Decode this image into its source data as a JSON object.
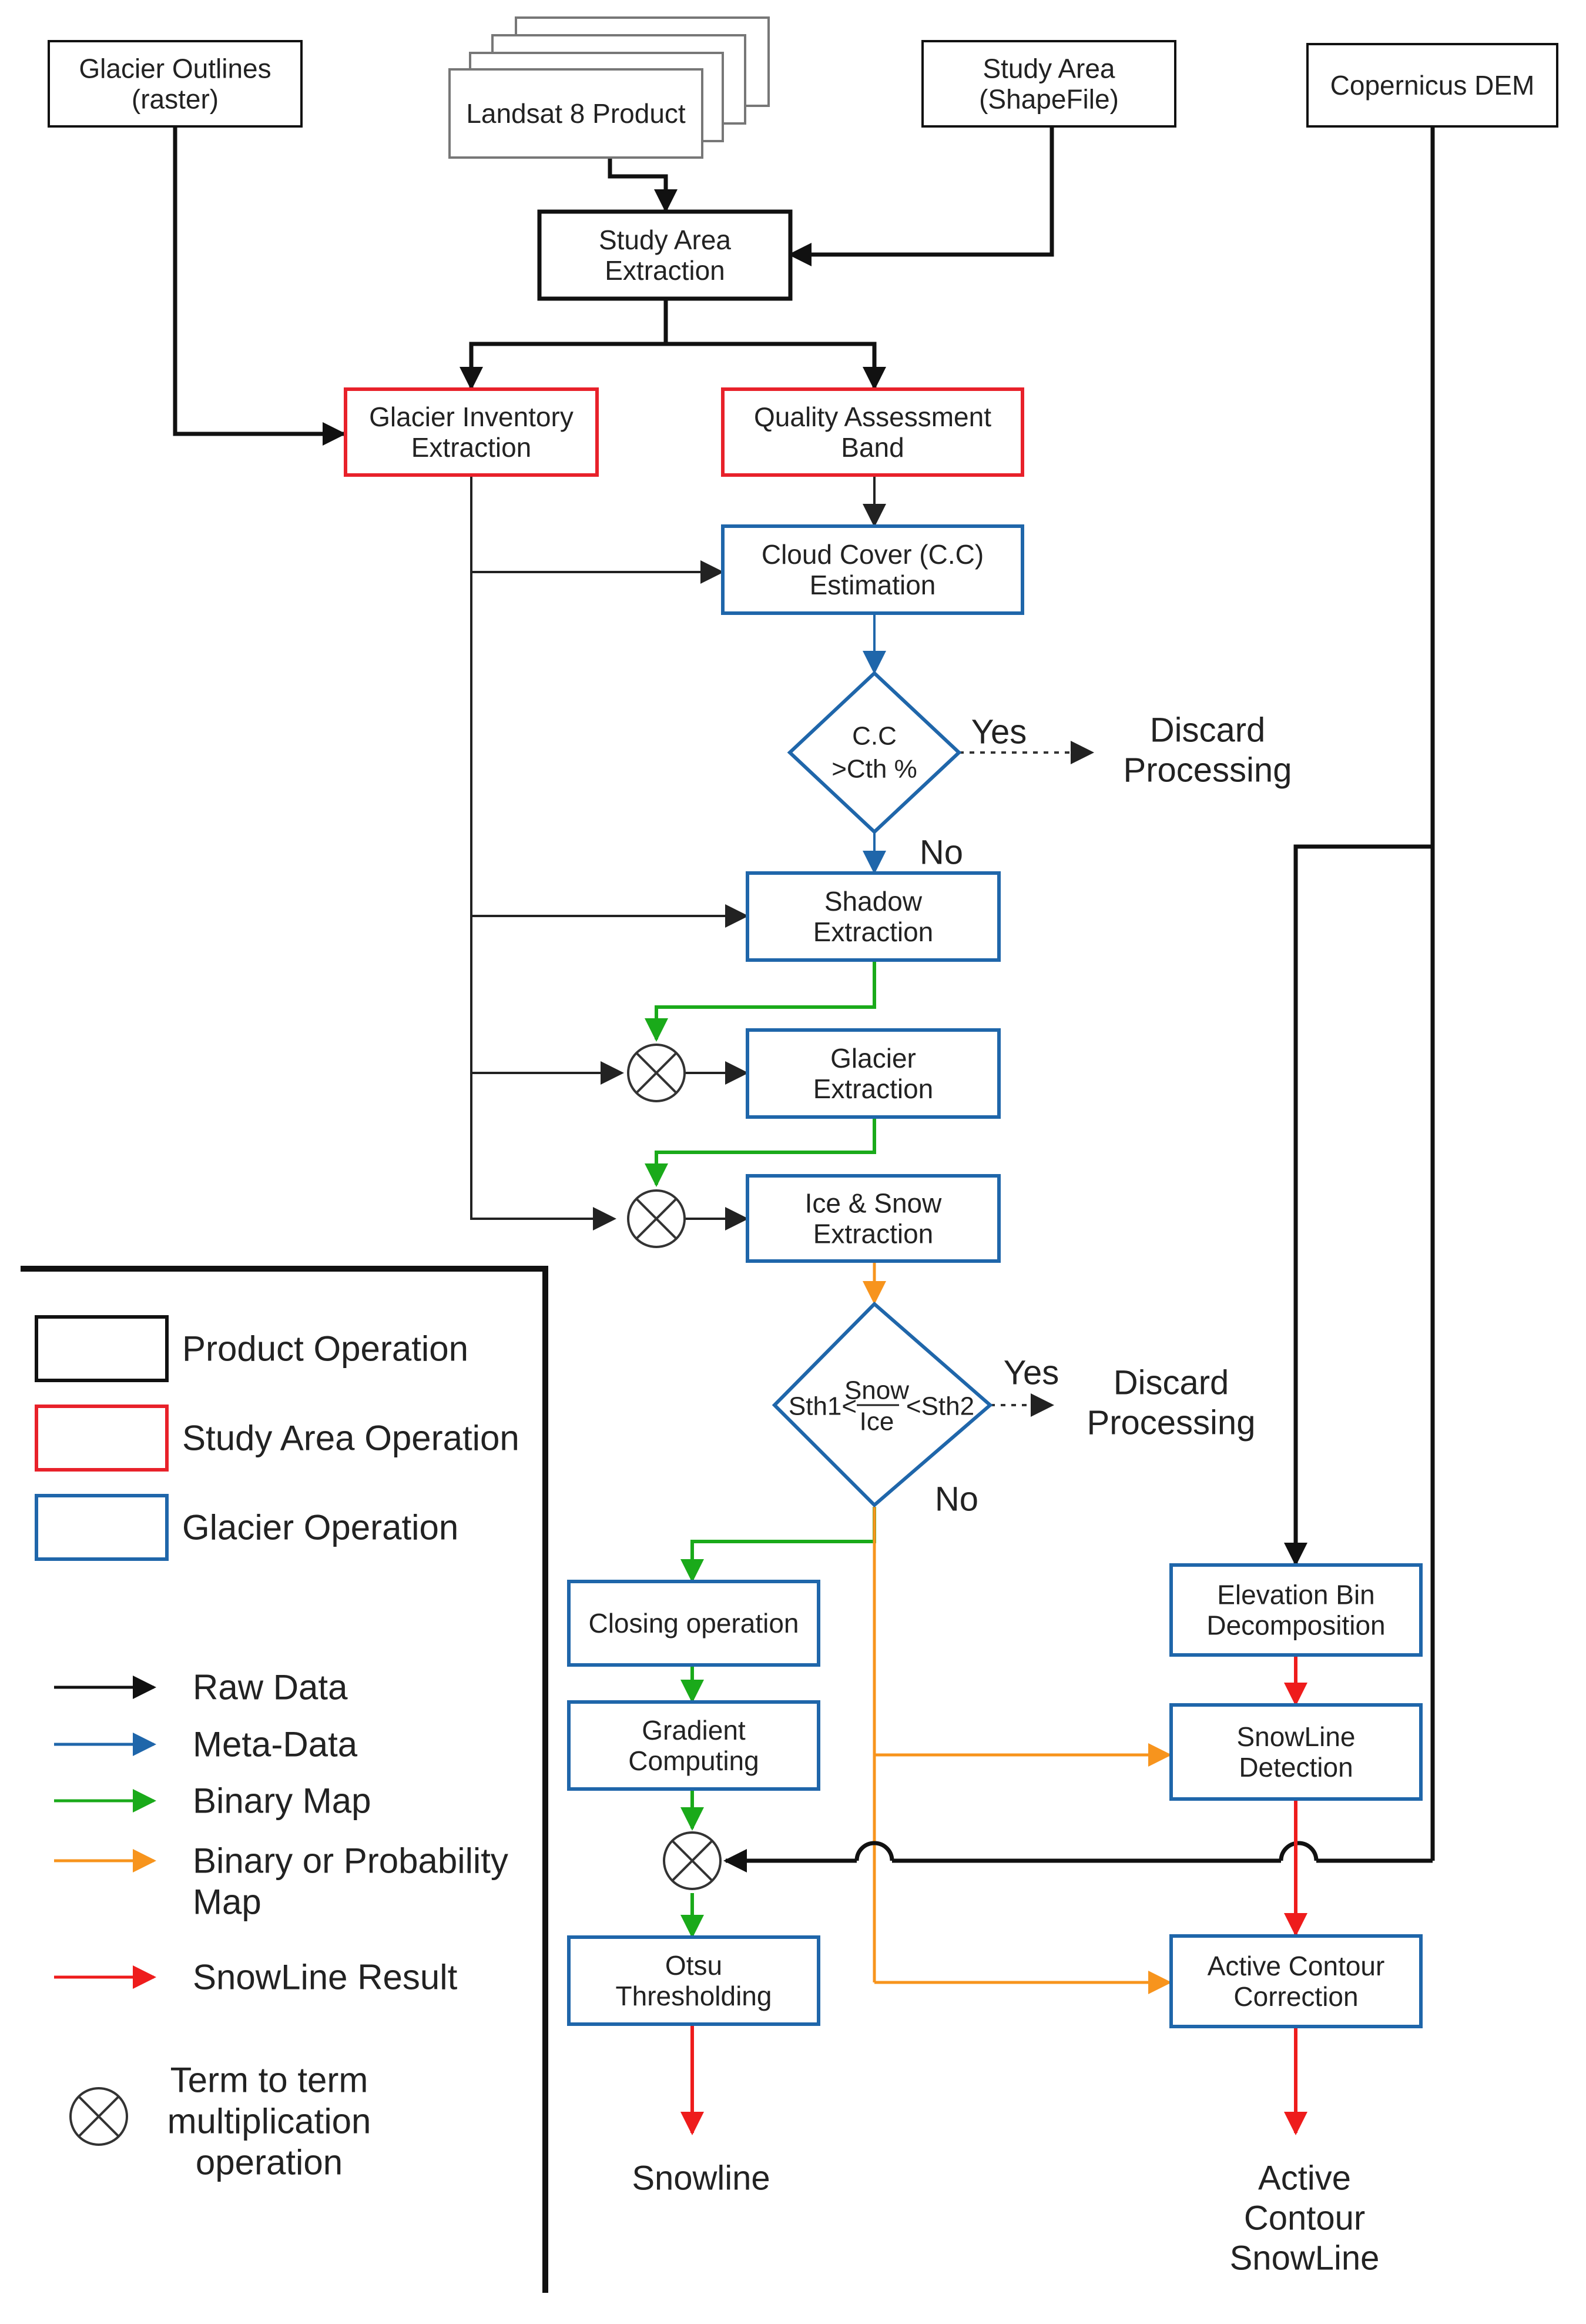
{
  "colors": {
    "raw": "#111111",
    "meta": "#1f66aa",
    "binary": "#1aaa1a",
    "probability": "#f7941d",
    "snowline": "#ee1c1c",
    "product_border": "#111111",
    "study_border": "#e8212a",
    "glacier_border": "#1f66aa",
    "thin_arrow": "#222222",
    "page_bg": "#ffffff"
  },
  "inputs": {
    "glacier_outlines": [
      "Glacier Outlines",
      "(raster)"
    ],
    "landsat": [
      "Landsat 8 Product"
    ],
    "study_area": [
      "Study Area",
      "(ShapeFile)"
    ],
    "dem": [
      "Copernicus DEM"
    ]
  },
  "nodes": {
    "study_area_extraction": [
      "Study Area",
      "Extraction"
    ],
    "glacier_inventory": [
      "Glacier Inventory",
      "Extraction"
    ],
    "quality_band": [
      "Quality Assessment",
      "Band"
    ],
    "cloud_cover": [
      "Cloud Cover (C.C)",
      "Estimation"
    ],
    "shadow": [
      "Shadow",
      "Extraction"
    ],
    "glacier_extraction": [
      "Glacier",
      "Extraction"
    ],
    "ice_snow": [
      "Ice & Snow",
      "Extraction"
    ],
    "closing": [
      "Closing operation"
    ],
    "gradient": [
      "Gradient",
      "Computing"
    ],
    "otsu": [
      "Otsu",
      "Thresholding"
    ],
    "elevation_bin": [
      "Elevation Bin",
      "Decomposition"
    ],
    "snowline_detection": [
      "SnowLine",
      "Detection"
    ],
    "active_contour": [
      "Active Contour",
      "Correction"
    ]
  },
  "decisions": {
    "cloud": {
      "line1": "C.C",
      "line2": ">Cth %",
      "yes": "Yes",
      "no": "No",
      "discard": [
        "Discard",
        "Processing"
      ]
    },
    "ratio": {
      "left": "Sth1<",
      "num": "Snow",
      "den": "Ice",
      "right": "<Sth2",
      "yes": "Yes",
      "no": "No",
      "discard": [
        "Discard",
        "Processing"
      ]
    }
  },
  "outputs": {
    "snowline": [
      "Snowline"
    ],
    "active_contour_snowline": [
      "Active",
      "Contour",
      "SnowLine"
    ]
  },
  "legend": {
    "boxes": [
      {
        "label": "Product Operation",
        "color": "#111111"
      },
      {
        "label": "Study Area Operation",
        "color": "#e8212a"
      },
      {
        "label": "Glacier Operation",
        "color": "#1f66aa"
      }
    ],
    "arrows": [
      {
        "label": [
          "Raw Data"
        ],
        "color": "#111111"
      },
      {
        "label": [
          "Meta-Data"
        ],
        "color": "#1f66aa"
      },
      {
        "label": [
          "Binary Map"
        ],
        "color": "#1aaa1a"
      },
      {
        "label": [
          "Binary or Probability",
          "Map"
        ],
        "color": "#f7941d"
      },
      {
        "label": [
          "SnowLine Result"
        ],
        "color": "#ee1c1c"
      }
    ],
    "multiply_label": [
      "Term to term",
      "multiplication",
      "operation"
    ]
  }
}
